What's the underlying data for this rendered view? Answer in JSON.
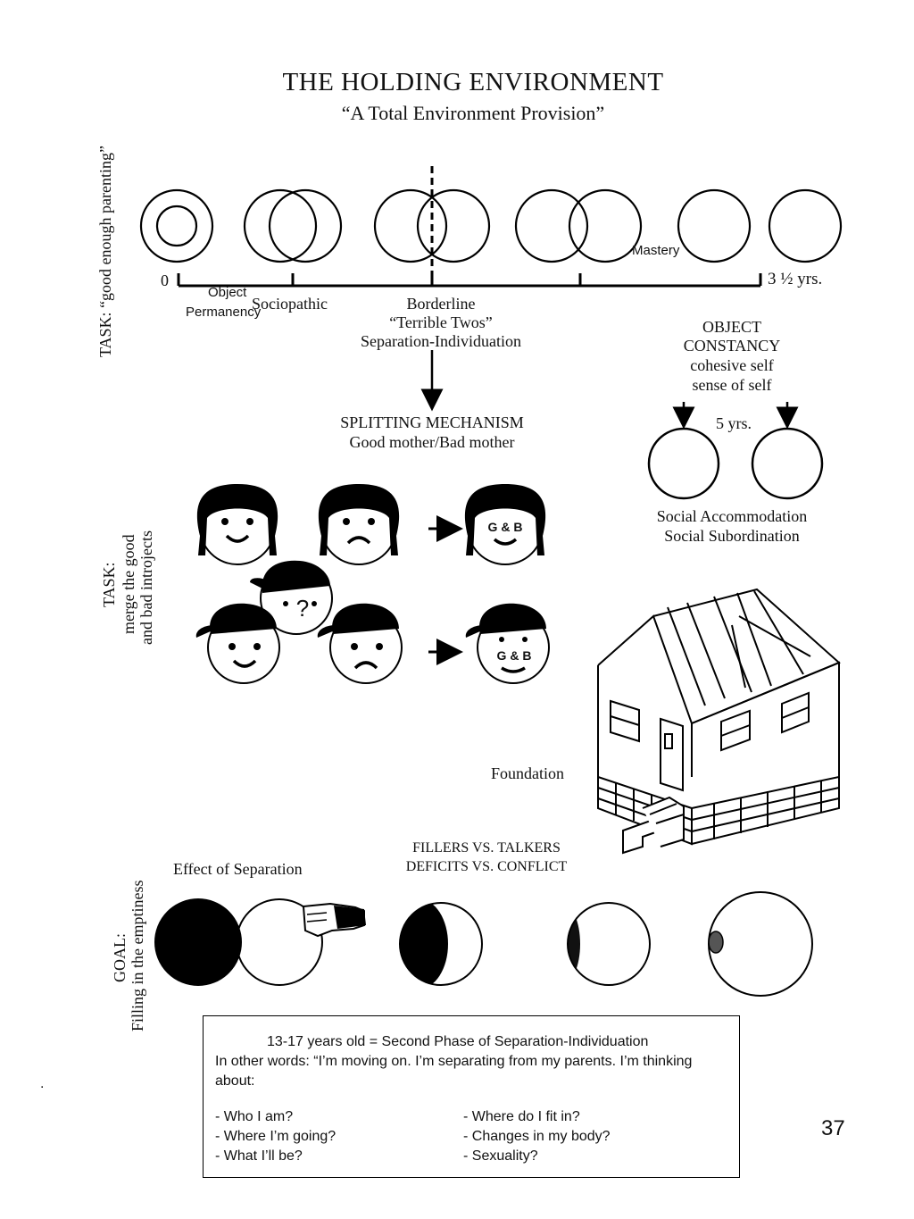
{
  "title": "THE HOLDING ENVIRONMENT",
  "subtitle": "“A Total Environment Provision”",
  "side_tasks": {
    "task1": "TASK: “good enough parenting”",
    "task2_line1": "TASK:",
    "task2_line2": "merge the good",
    "task2_line3": "and bad introjects",
    "goal_line1": "GOAL:",
    "goal_line2": "Filling in the emptiness"
  },
  "timeline": {
    "start": "0",
    "end": "3 ½ yrs.",
    "mastery": "Mastery",
    "object_permanency_1": "Object",
    "object_permanency_2": "Permanency",
    "sociopathic": "Sociopathic",
    "borderline": "Borderline",
    "terrible_twos": "“Terrible Twos”",
    "separation_individuation": "Separation-Individuation"
  },
  "object_constancy": {
    "heading1": "OBJECT",
    "heading2": "CONSTANCY",
    "line1": "cohesive self",
    "line2": "sense of self",
    "age": "5 yrs.",
    "social1": "Social Accommodation",
    "social2": "Social Subordination"
  },
  "splitting": {
    "heading": "SPLITTING MECHANISM",
    "sub": "Good mother/Bad mother",
    "merged_label": "G & B",
    "question": "?"
  },
  "house": {
    "foundation_label": "Foundation"
  },
  "fillers": {
    "line1": "FILLERS VS. TALKERS",
    "line2": "DEFICITS VS. CONFLICT",
    "effect": "Effect of Separation"
  },
  "info_box": {
    "line1": "13-17 years old = Second  Phase of Separation-Individuation",
    "line2": "In other words: “I’m moving on. I’m separating from my parents. I’m thinking about:",
    "left_items": [
      "- Who I am?",
      "- Where I’m going?",
      "- What I’ll be?"
    ],
    "right_items": [
      "- Where do I fit in?",
      "- Changes in my body?",
      "- Sexuality?"
    ]
  },
  "page_number": "37",
  "dot": "."
}
